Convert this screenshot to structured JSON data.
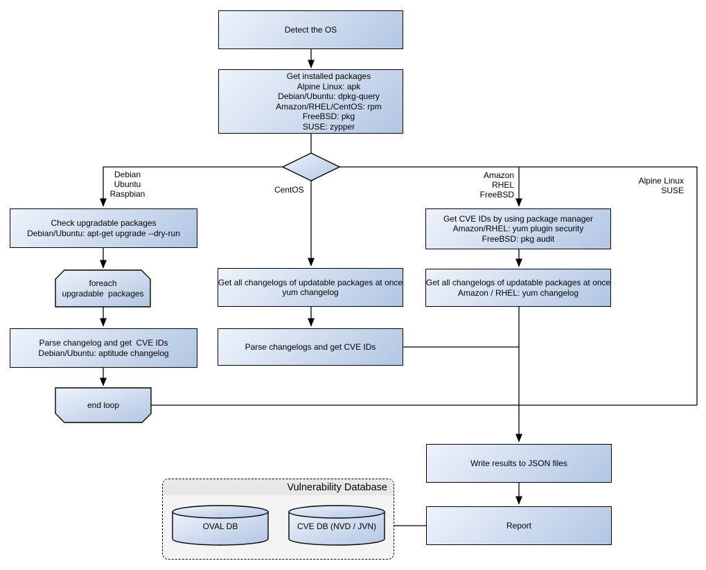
{
  "diagram": {
    "nodes": {
      "detect_os": "Detect the OS",
      "get_installed": "Get installed packages\nAlpine Linux: apk\nDebian/Ubuntu: dpkg-query\nAmazon/RHEL/CentOS: rpm\nFreeBSD: pkg\nSUSE: zypper",
      "check_upgradable": "Check upgradable packages\nDebian/Ubuntu: apt-get upgrade --dry-run",
      "foreach_loop": "foreach\nupgradable  packages",
      "parse_changelog_deb": "Parse changelog and get  CVE IDs\nDebian/Ubuntu: aptitude changelog",
      "end_loop": "end loop",
      "changelogs_centos": "Get all changelogs of updatable packages at once\nyum changelog",
      "parse_changelogs_centos": "Parse changelogs and get CVE IDs",
      "cve_ids_pkg_mgr": "Get CVE IDs by using package manager\nAmazon/RHEL: yum plugin security\nFreeBSD: pkg audit",
      "changelogs_amazon": "Get all changelogs of updatable packages at once\nAmazon / RHEL: yum changelog",
      "write_json": "Write results to JSON files",
      "report": "Report"
    },
    "branch_labels": {
      "debian": "Debian\nUbuntu\nRaspbian",
      "centos": "CentOS",
      "amazon": "Amazon\nRHEL\nFreeBSD",
      "alpine": "Alpine Linux\nSUSE"
    },
    "database": {
      "title": "Vulnerability Database",
      "oval_db": "OVAL DB",
      "cve_db": "CVE DB (NVD / JVN)"
    },
    "colors": {
      "node_gradient_start": "#eef3fb",
      "node_gradient_end": "#b2c6e3",
      "node_border": "#000000",
      "connector": "#000000",
      "db_container_fill": "#f4f4f4",
      "db_header_fill": "#e8e8e8",
      "background": "#ffffff"
    }
  }
}
